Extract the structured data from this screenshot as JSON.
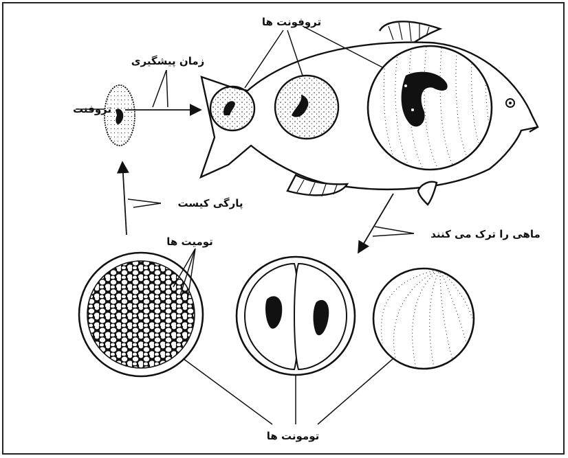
{
  "labels": {
    "trofont": "تروفنت",
    "prepatent_time": "زمان پیشگیری",
    "trophonts": "تروفونت ها",
    "cyst_rupture": "پارگی کیست",
    "tomites": "تومیت ها",
    "leaves_fish": "ماهی را ترک می کنند",
    "tomonts": "تومونت ها"
  },
  "colors": {
    "ink": "#111111",
    "background": "#ffffff"
  }
}
